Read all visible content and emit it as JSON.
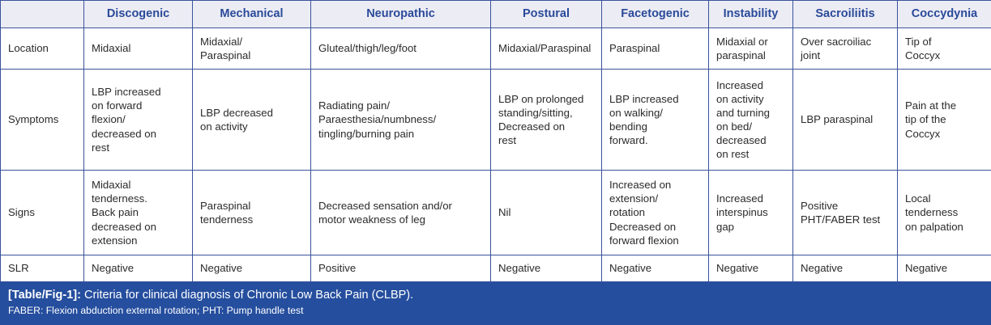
{
  "table": {
    "columns": [
      {
        "key": "label",
        "label": ""
      },
      {
        "key": "disco",
        "label": "Discogenic"
      },
      {
        "key": "mech",
        "label": "Mechanical"
      },
      {
        "key": "neuro",
        "label": "Neuropathic"
      },
      {
        "key": "post",
        "label": "Postural"
      },
      {
        "key": "facet",
        "label": "Facetogenic"
      },
      {
        "key": "instab",
        "label": "Instability"
      },
      {
        "key": "sacro",
        "label": "Sacroiliitis"
      },
      {
        "key": "coccy",
        "label": "Coccydynia"
      }
    ],
    "rows": [
      {
        "label": "Location",
        "cells": [
          "Midaxial",
          "Midaxial/\nParaspinal",
          "Gluteal/thigh/leg/foot",
          "Midaxial/Paraspinal",
          "Paraspinal",
          "Midaxial or\nparaspinal",
          "Over sacroiliac\njoint",
          "Tip of\nCoccyx"
        ]
      },
      {
        "label": "Symptoms",
        "cells": [
          "LBP increased\non forward\nflexion/\ndecreased on\nrest",
          "LBP decreased\non activity",
          "Radiating pain/\nParaesthesia/numbness/\ntingling/burning pain",
          "LBP on prolonged\nstanding/sitting,\nDecreased on\nrest",
          "LBP increased\non walking/\nbending\nforward.",
          "Increased\non activity\nand turning\non bed/\ndecreased\non rest",
          "LBP paraspinal",
          "Pain at the\ntip of the\nCoccyx"
        ]
      },
      {
        "label": "Signs",
        "cells": [
          "Midaxial\ntenderness.\nBack pain\ndecreased on\nextension",
          "Paraspinal\ntenderness",
          "Decreased sensation and/or\nmotor weakness of leg",
          "Nil",
          "Increased on\nextension/\nrotation\nDecreased on\nforward flexion",
          "Increased\ninterspinus\ngap",
          "Positive\nPHT/FABER test",
          "Local\ntenderness\non palpation"
        ]
      },
      {
        "label": "SLR",
        "cells": [
          "Negative",
          "Negative",
          "Positive",
          "Negative",
          "Negative",
          "Negative",
          "Negative",
          "Negative"
        ]
      }
    ]
  },
  "caption": {
    "tag": "[Table/Fig-1]:",
    "text": "Criteria for clinical diagnosis of Chronic Low Back Pain (CLBP).",
    "footnote": "FABER: Flexion abduction external rotation; PHT: Pump handle test"
  },
  "colors": {
    "header_background": "#ECECF4",
    "header_text": "#2A4A9A",
    "border": "#39539B",
    "caption_background": "#254E9E",
    "caption_text": "#FFFFFF",
    "body_text": "#2B2B2B"
  }
}
